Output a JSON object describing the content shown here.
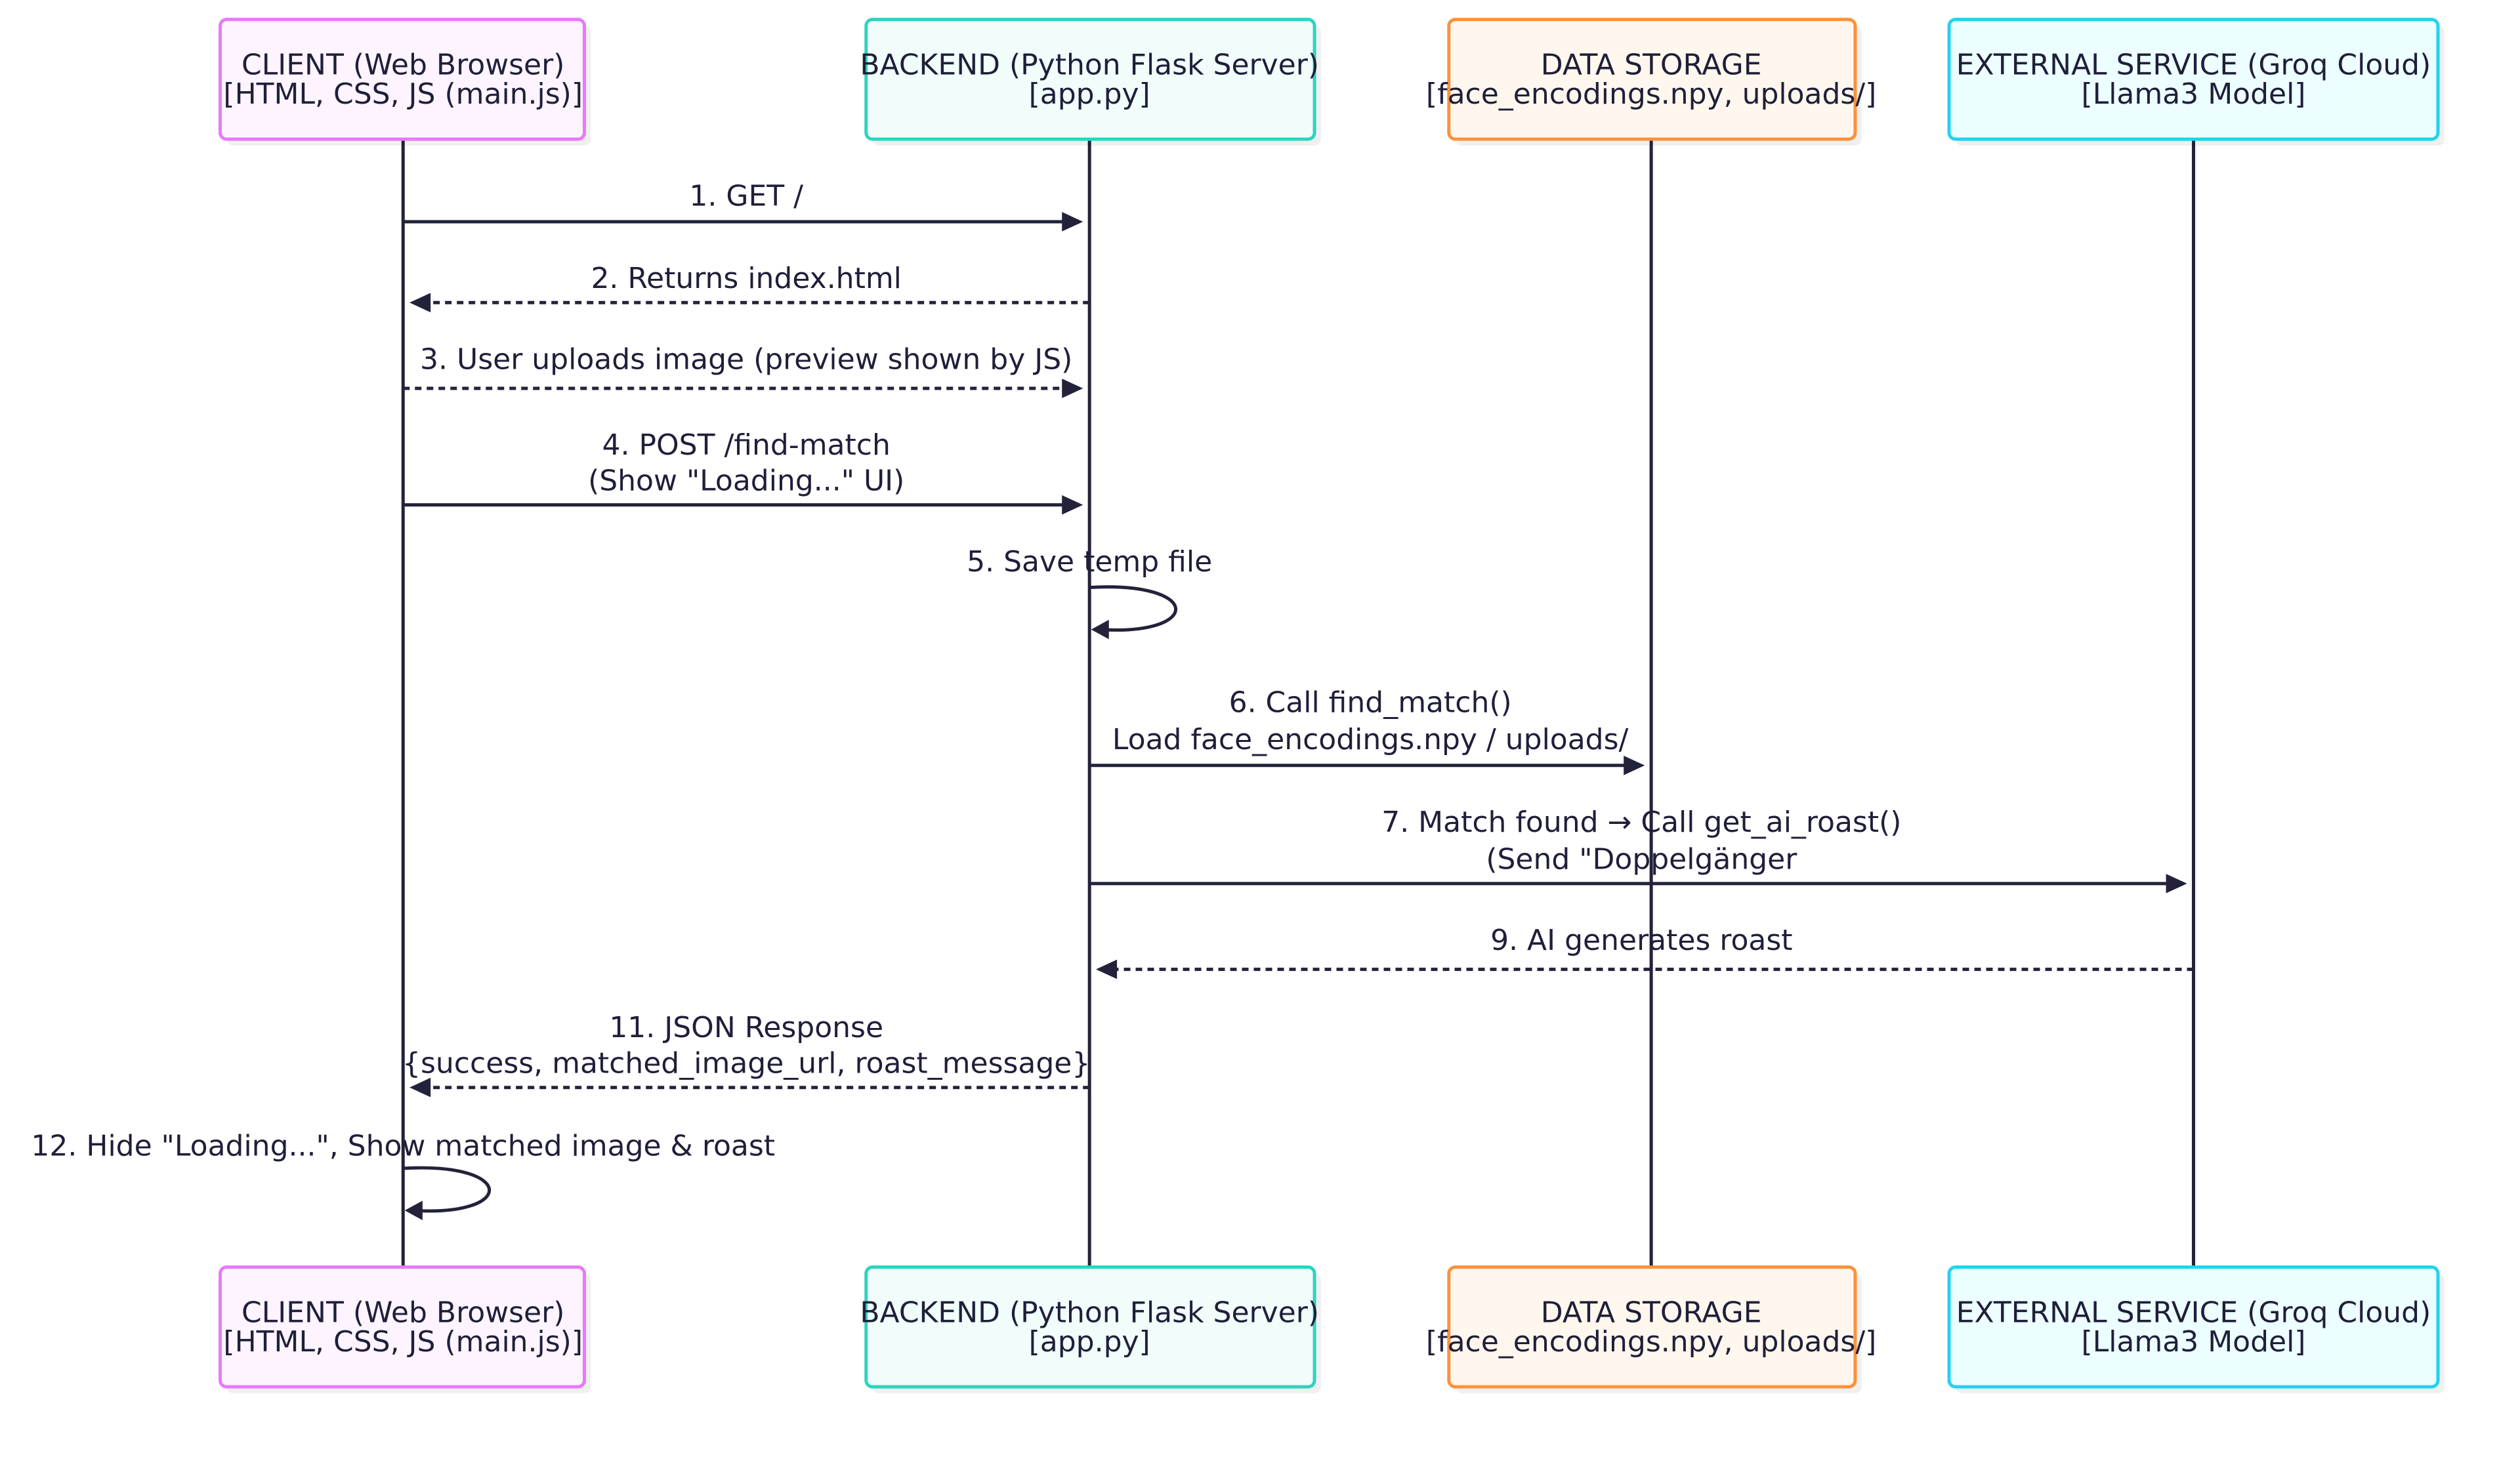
{
  "participants": [
    {
      "id": "client",
      "lines": [
        "CLIENT (Web Browser)",
        "[HTML, CSS, JS (main.js)]"
      ],
      "stroke": "#e879f9",
      "fill": "#fdf4ff"
    },
    {
      "id": "backend",
      "lines": [
        "BACKEND (Python Flask Server)",
        "[app.py]"
      ],
      "stroke": "#2dd4bf",
      "fill": "#f0fdfa"
    },
    {
      "id": "storage",
      "lines": [
        "DATA STORAGE",
        "[face_encodings.npy, uploads/]"
      ],
      "stroke": "#fb923c",
      "fill": "#fff7ed"
    },
    {
      "id": "external",
      "lines": [
        "EXTERNAL SERVICE (Groq Cloud)",
        "[Llama3 Model]"
      ],
      "stroke": "#22d3ee",
      "fill": "#ecfeff"
    }
  ],
  "messages": [
    {
      "from": "client",
      "to": "backend",
      "style": "solid",
      "lines": [
        "1. GET /"
      ]
    },
    {
      "from": "backend",
      "to": "client",
      "style": "dashed",
      "lines": [
        "2. Returns index.html"
      ]
    },
    {
      "from": "client",
      "to": "backend",
      "style": "dashed",
      "lines": [
        "3. User uploads image (preview shown by JS)"
      ]
    },
    {
      "from": "client",
      "to": "backend",
      "style": "solid",
      "lines": [
        "4. POST /find-match",
        "(Show \"Loading...\" UI)"
      ]
    },
    {
      "from": "backend",
      "to": "backend",
      "style": "self",
      "lines": [
        "5. Save temp file"
      ]
    },
    {
      "from": "backend",
      "to": "storage",
      "style": "solid",
      "lines": [
        "6. Call find_match()",
        "Load face_encodings.npy / uploads/"
      ]
    },
    {
      "from": "backend",
      "to": "external",
      "style": "solid",
      "lines": [
        "7. Match found → Call get_ai_roast()",
        "(Send \"Doppelgänger"
      ]
    },
    {
      "from": "external",
      "to": "backend",
      "style": "dashed",
      "lines": [
        "9. AI generates roast"
      ]
    },
    {
      "from": "backend",
      "to": "client",
      "style": "dashed",
      "lines": [
        "11. JSON Response",
        "{success, matched_image_url, roast_message}"
      ]
    },
    {
      "from": "client",
      "to": "client",
      "style": "self",
      "lines": [
        "12. Hide \"Loading...\", Show matched image & roast"
      ]
    }
  ]
}
